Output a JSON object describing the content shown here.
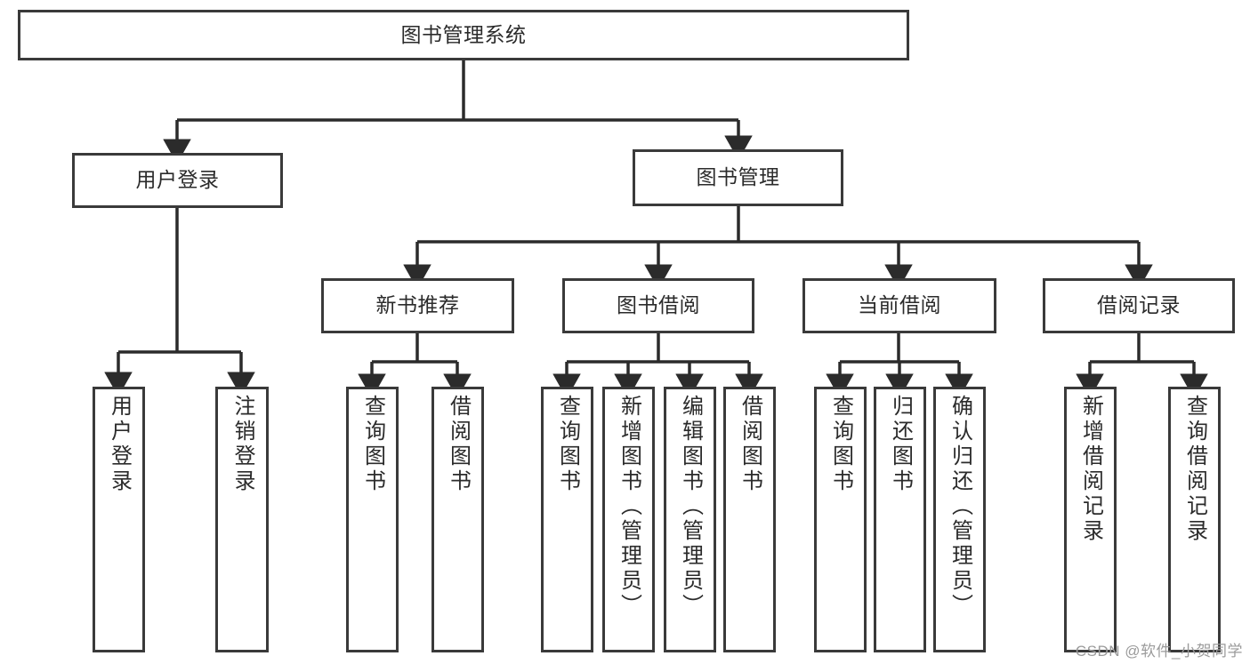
{
  "diagram": {
    "type": "tree-hierarchy-chart",
    "title": "图书管理系统",
    "orientation": "top-down",
    "colors": {
      "border": "#3a3a3a",
      "background": "#ffffff",
      "text": "#2b2b2b",
      "edge": "#2b2b2b",
      "watermark": "#9b9b9b"
    }
  },
  "watermark": {
    "text": "CSDN @软件_小贺同学"
  },
  "nodes": {
    "root": {
      "label": "图书管理系统"
    },
    "level2": [
      {
        "label": "用户登录"
      },
      {
        "label": "图书管理"
      }
    ],
    "level3": [
      {
        "label": "新书推荐"
      },
      {
        "label": "图书借阅"
      },
      {
        "label": "当前借阅"
      },
      {
        "label": "借阅记录"
      }
    ],
    "leaves": {
      "user_login": [
        {
          "label": "用户登录"
        },
        {
          "label": "注销登录"
        }
      ],
      "new_book_recommend": [
        {
          "label": "查询图书"
        },
        {
          "label": "借阅图书"
        }
      ],
      "book_borrow": [
        {
          "label": "查询图书"
        },
        {
          "label": "新增图书（管理员）"
        },
        {
          "label": "编辑图书（管理员）"
        },
        {
          "label": "借阅图书"
        }
      ],
      "current_borrow": [
        {
          "label": "查询图书"
        },
        {
          "label": "归还图书"
        },
        {
          "label": "确认归还（管理员）"
        }
      ],
      "borrow_record": [
        {
          "label": "新增借阅记录"
        },
        {
          "label": "查询借阅记录"
        }
      ]
    }
  }
}
